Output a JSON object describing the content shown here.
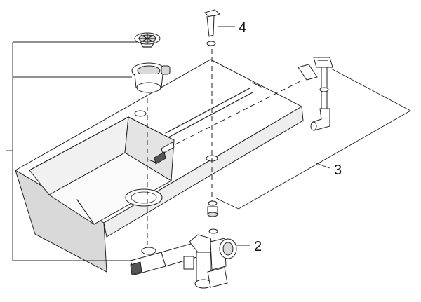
{
  "callouts": [
    {
      "id": "1",
      "label": ""
    },
    {
      "id": "2",
      "label": "2"
    },
    {
      "id": "3",
      "label": "3"
    },
    {
      "id": "4",
      "label": "4"
    }
  ]
}
